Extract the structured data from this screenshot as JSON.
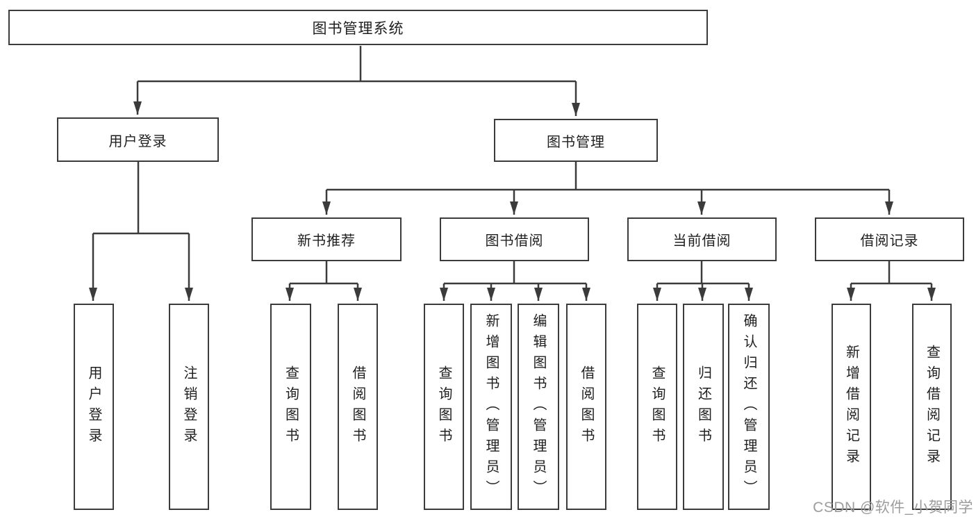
{
  "colors": {
    "line": "#3b3b3b",
    "box_border": "#3b3b3b",
    "text": "#1f1f1f",
    "watermark": "#9c9c9c",
    "background": "#ffffff"
  },
  "watermark": {
    "text": "CSDN @软件_小贺同学"
  },
  "tree": {
    "root": {
      "label": "图书管理系统",
      "children": [
        {
          "label": "用户登录",
          "children": [
            {
              "label": "用户登录"
            },
            {
              "label": "注销登录"
            }
          ]
        },
        {
          "label": "图书管理",
          "children": [
            {
              "label": "新书推荐",
              "children": [
                {
                  "label": "查询图书"
                },
                {
                  "label": "借阅图书"
                }
              ]
            },
            {
              "label": "图书借阅",
              "children": [
                {
                  "label": "查询图书"
                },
                {
                  "label": "新增图书（管理员）"
                },
                {
                  "label": "编辑图书（管理员）"
                },
                {
                  "label": "借阅图书"
                }
              ]
            },
            {
              "label": "当前借阅",
              "children": [
                {
                  "label": "查询图书"
                },
                {
                  "label": "归还图书"
                },
                {
                  "label": "确认归还（管理员）"
                }
              ]
            },
            {
              "label": "借阅记录",
              "children": [
                {
                  "label": "新增借阅记录"
                },
                {
                  "label": "查询借阅记录"
                }
              ]
            }
          ]
        }
      ]
    }
  }
}
